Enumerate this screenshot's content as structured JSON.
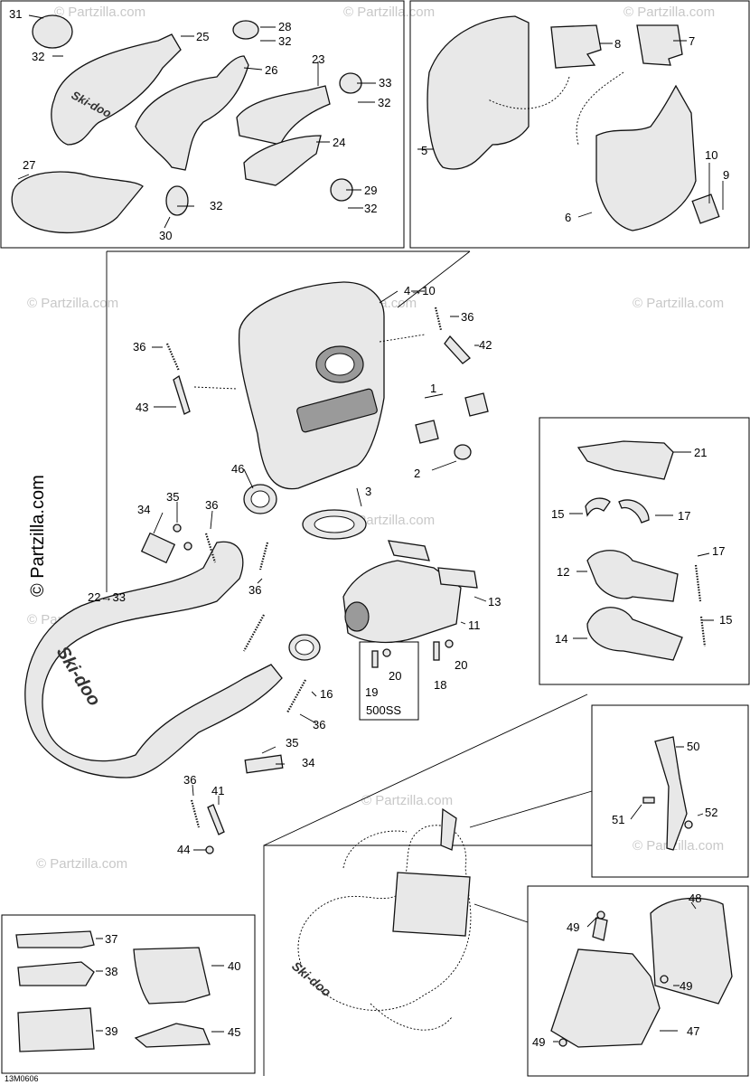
{
  "watermark": "© Partzilla.com",
  "figure_code": "13M0606",
  "variant_label": "500SS",
  "brand_text": "Ski-doo",
  "colors": {
    "ink": "#000000",
    "part_fill": "#e8e8e8",
    "watermark": "#c8c8c8"
  },
  "group_labels": {
    "g4_10": "4→10",
    "g22_33": "22→33"
  },
  "labels": {
    "l1": "1",
    "l2": "2",
    "l3": "3",
    "l5": "5",
    "l6": "6",
    "l7": "7",
    "l8": "8",
    "l9": "9",
    "l10": "10",
    "l11": "11",
    "l12": "12",
    "l13": "13",
    "l14": "14",
    "l15a": "15",
    "l15b": "15",
    "l16": "16",
    "l17a": "17",
    "l17b": "17",
    "l18": "18",
    "l19": "19",
    "l20a": "20",
    "l20b": "20",
    "l21": "21",
    "l23": "23",
    "l24": "24",
    "l25": "25",
    "l26": "26",
    "l27": "27",
    "l28": "28",
    "l29": "29",
    "l30": "30",
    "l31": "31",
    "l32a": "32",
    "l32b": "32",
    "l32c": "32",
    "l32d": "32",
    "l32e": "32",
    "l33": "33",
    "l34a": "34",
    "l34b": "34",
    "l35a": "35",
    "l35b": "35",
    "l36a": "36",
    "l36b": "36",
    "l36c": "36",
    "l36d": "36",
    "l36e": "36",
    "l36f": "36",
    "l37": "37",
    "l38": "38",
    "l39": "39",
    "l40": "40",
    "l41": "41",
    "l42": "42",
    "l43": "43",
    "l44": "44",
    "l45": "45",
    "l46": "46",
    "l47": "47",
    "l48": "48",
    "l49a": "49",
    "l49b": "49",
    "l49c": "49",
    "l50": "50",
    "l51": "51",
    "l52": "52"
  }
}
